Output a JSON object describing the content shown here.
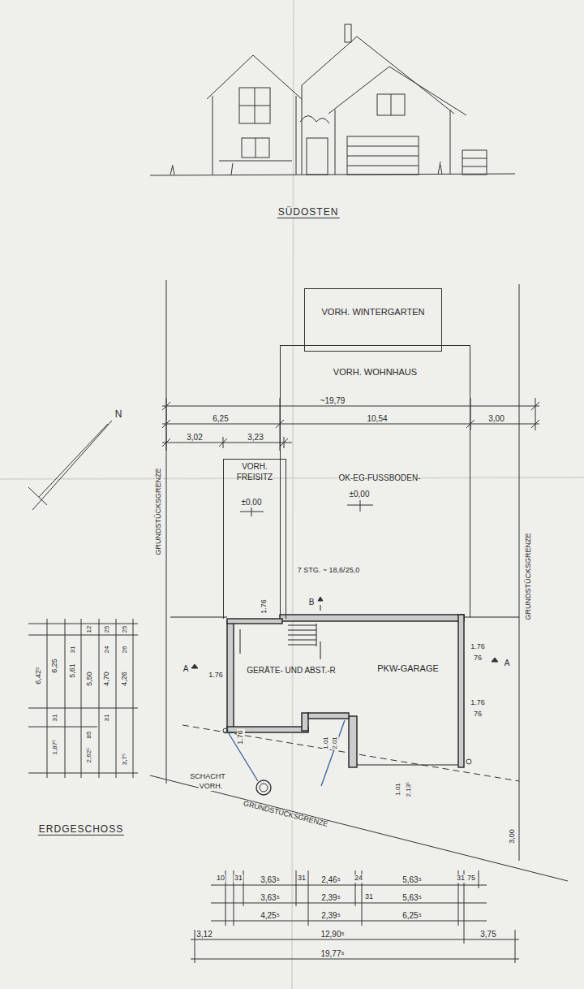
{
  "diagram": {
    "nodes": [
      {
        "text": [
          "VORH. WINTERGARTEN"
        ]
      },
      {
        "text": [
          "VORH. WOHNHAUS"
        ]
      },
      {
        "text": [
          "VORH. FREISITZ"
        ]
      },
      {
        "text": [
          "GERÄTE- UND ABST.-R"
        ]
      },
      {
        "text": [
          "PKW-GARAGE"
        ]
      }
    ],
    "labels": [
      "SÜDOSTEN",
      "~19,79",
      "6,25",
      "10,54",
      "3,00",
      "3,02",
      "3,23",
      "OK-EG-FUSSBODEN-",
      "±0,00",
      "±0.00",
      "N",
      "GRUNDSTÜCKSGRENZE",
      "GRUNDSTÜCKSGRENZE",
      "7 STG. ~ 18,6/25,0",
      "1.76",
      "B",
      "A",
      "1.76",
      "1.76",
      "76",
      "A",
      "1.76",
      "76",
      "1.76",
      "1.01",
      "2.01",
      "1.01",
      "2.13⁵",
      "SCHACHT",
      "VORH.",
      "GRUNDSTÜCKSGRENZE",
      "ERDGESCHOSS",
      "6,42⁵",
      "6,25",
      "5,61",
      "5,50",
      "4,70",
      "4,26",
      "12",
      "31",
      "25",
      "24",
      "26",
      "25",
      "31",
      "85",
      "1,87⁵",
      "2,62⁵",
      "3,7⁵",
      "31",
      "10",
      "31",
      "3,63⁵",
      "31",
      "2,46⁵",
      "24",
      "5,63⁵",
      "31",
      "75",
      "3,63⁵",
      "2,39⁵",
      "31",
      "5,63⁵",
      "4,25⁵",
      "2,39⁵",
      "6,25⁵",
      "3,12",
      "12,90⁵",
      "3,75",
      "19,77⁵",
      "3,00"
    ]
  }
}
